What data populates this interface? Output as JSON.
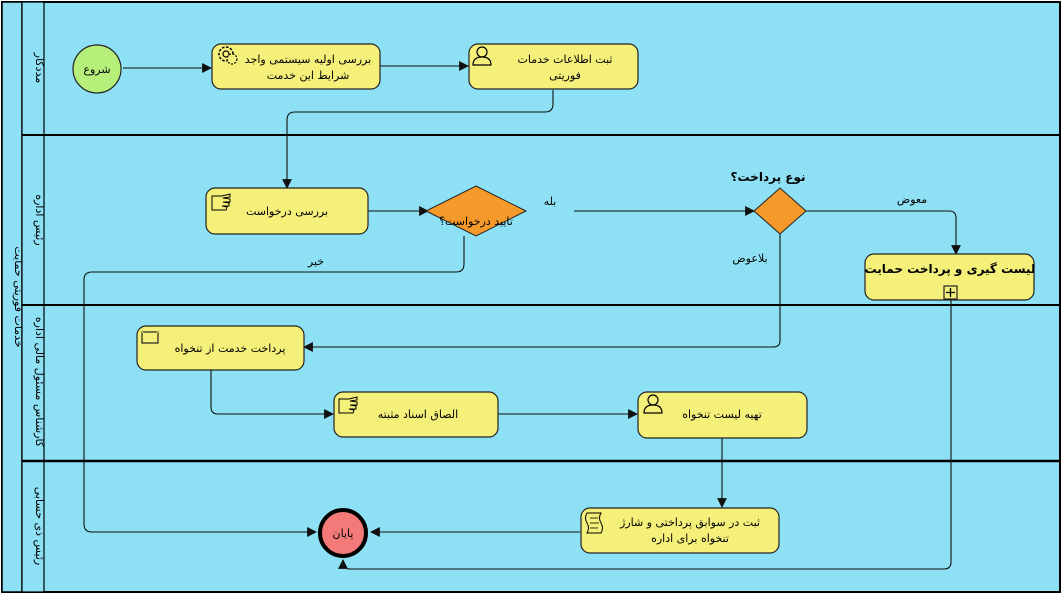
{
  "pool": {
    "label": "خدمات فوریتی حمایت"
  },
  "lanes": [
    {
      "id": "lane1",
      "label": "مددکار"
    },
    {
      "id": "lane2",
      "label": "رئیس اداره"
    },
    {
      "id": "lane3",
      "label": "کارشناس مسئول مالی اداره"
    },
    {
      "id": "lane4",
      "label": "رئیس ذی حسابی"
    }
  ],
  "events": {
    "start": {
      "label": "شروع",
      "color": "#b6f07a"
    },
    "end": {
      "label": "پایان",
      "color": "#f47a7a"
    }
  },
  "tasks": {
    "t1": {
      "lines": [
        "بررسی اولیه سیستمی واجد",
        "شرایط این خدمت"
      ],
      "icon": "service-gear-icon"
    },
    "t2": {
      "lines": [
        "ثبت اطلاعات  خدمات",
        "فوریتی"
      ],
      "icon": "user-icon"
    },
    "t3": {
      "lines": [
        "بررسی درخواست"
      ],
      "icon": "manual-hand-icon"
    },
    "t4": {
      "lines": [
        "لیست گیری و پرداخت حمایت"
      ],
      "icon": "subprocess-plus-icon"
    },
    "t5": {
      "lines": [
        "پرداخت خدمت از تنخواه"
      ],
      "icon": "send-envelope-icon"
    },
    "t6": {
      "lines": [
        "الصاق  اسناد مثبته"
      ],
      "icon": "manual-hand-icon"
    },
    "t7": {
      "lines": [
        "تهیه لیست تنخواه"
      ],
      "icon": "user-icon"
    },
    "t8": {
      "lines": [
        "ثبت در سوابق پرداختی و شارژ",
        "تنخواه برای اداره"
      ],
      "icon": "script-icon"
    }
  },
  "gateways": {
    "g1": {
      "label": "تایید درخواست؟",
      "color": "#f59a2a"
    },
    "g2": {
      "label": "نوع پرداخت؟",
      "color": "#f59a2a"
    }
  },
  "flow_labels": {
    "yes": "بله",
    "no": "خیر",
    "paid": "معوض",
    "free": "بلاعوض"
  },
  "colors": {
    "lane_fill": "#8ee0f5",
    "task_fill": "#f5f07a",
    "border": "#000000"
  }
}
